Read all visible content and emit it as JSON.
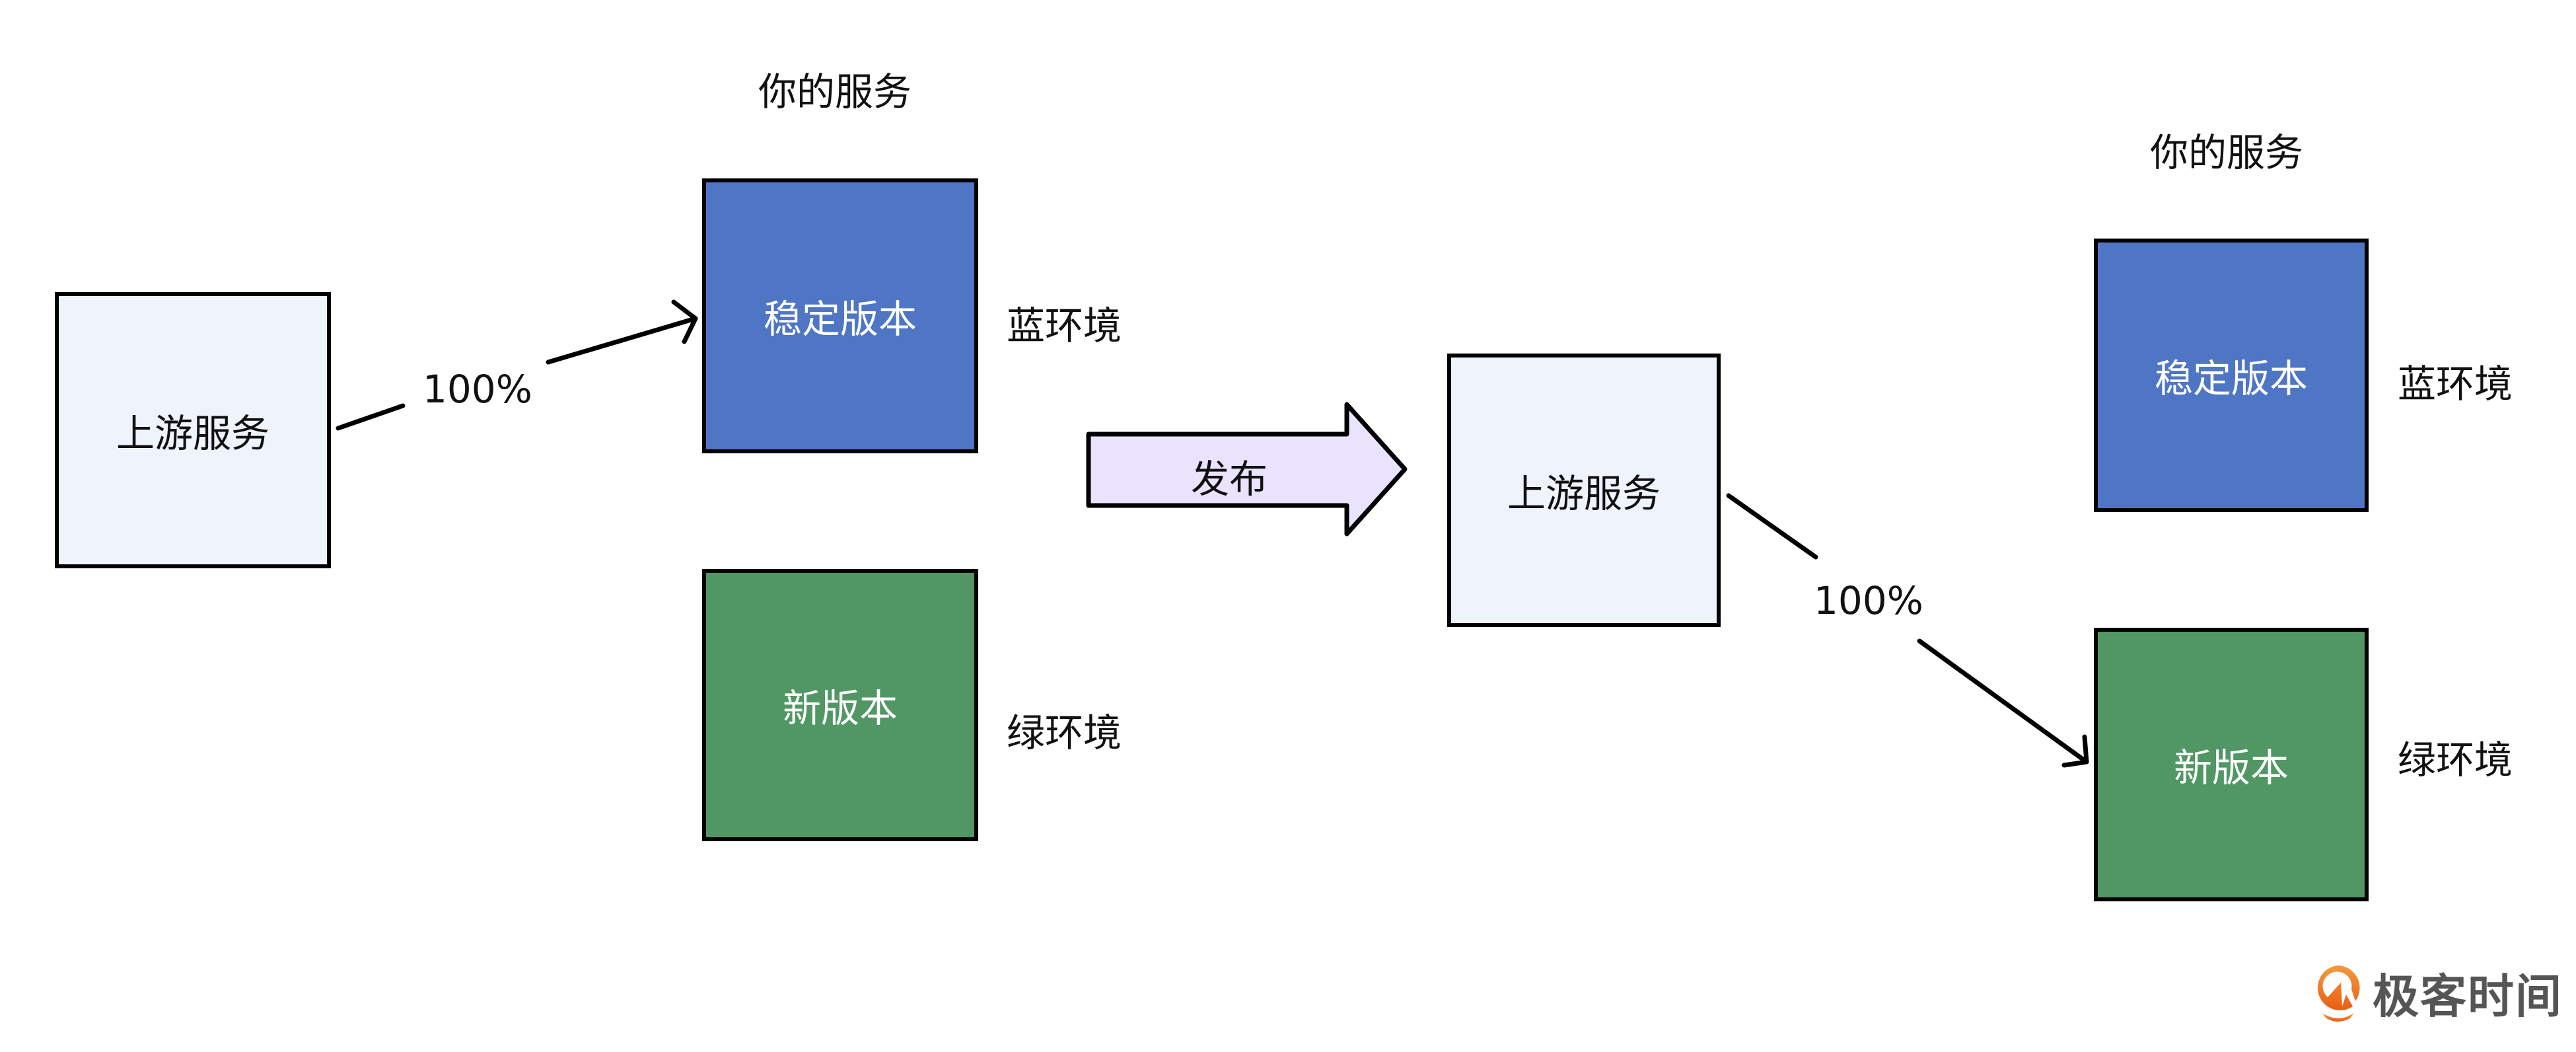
{
  "left_state": {
    "upstream": "上游服务",
    "group_title": "你的服务",
    "stable": "稳定版本",
    "new": "新版本",
    "blue_env": "蓝环境",
    "green_env": "绿环境",
    "traffic": "100%"
  },
  "release_arrow": {
    "label": "发布"
  },
  "right_state": {
    "upstream": "上游服务",
    "group_title": "你的服务",
    "stable": "稳定版本",
    "new": "新版本",
    "blue_env": "蓝环境",
    "green_env": "绿环境",
    "traffic": "100%"
  },
  "logo": {
    "text": "极客时间"
  },
  "colors": {
    "upstream_fill": "#EEF3FC",
    "blue_fill": "#4F76C5",
    "green_fill": "#519764",
    "release_fill": "#EAE3FD",
    "logo_orange": "#EE7A2A"
  }
}
